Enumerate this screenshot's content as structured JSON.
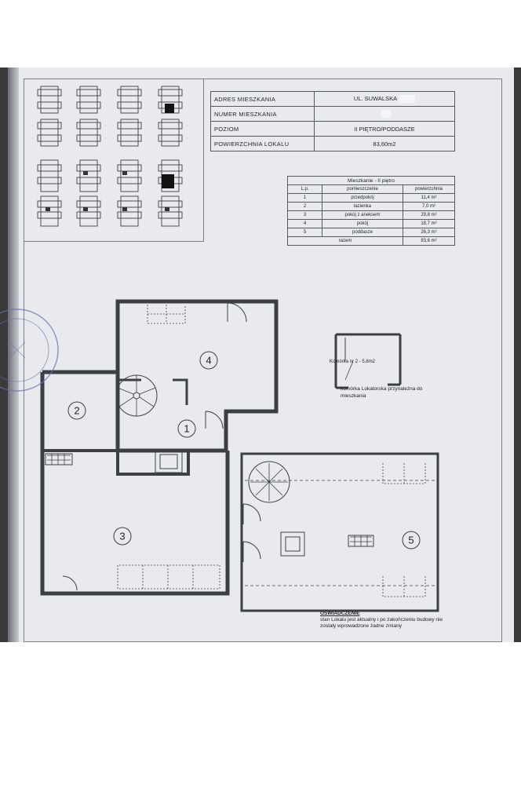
{
  "address_table": {
    "rows": [
      {
        "label": "ADRES MIESZKANIA",
        "value": "UL. SUWALSKA"
      },
      {
        "label": "NUMER MIESZKANIA",
        "value": ""
      },
      {
        "label": "POZIOM",
        "value": "II PIĘTRO/PODDASZE"
      },
      {
        "label": "POWIERZCHNIA LOKALU",
        "value": "83,60m2"
      }
    ]
  },
  "rooms_table": {
    "caption": "Mieszkanie        - II piętro",
    "headers": [
      "L.p.",
      "pomieszczenie",
      "powierzchnia"
    ],
    "rows": [
      {
        "lp": "1",
        "name": "przedpokój",
        "area": "11,4 m²"
      },
      {
        "lp": "2",
        "name": "łazienka",
        "area": "7,0 m²"
      },
      {
        "lp": "3",
        "name": "pokój z aneksem",
        "area": "29,8 m²"
      },
      {
        "lp": "4",
        "name": "pokój",
        "area": "18,7 m²"
      },
      {
        "lp": "5",
        "name": "poddasze",
        "area": "26,3 m²"
      }
    ],
    "total_label": "razem",
    "total_value": "83,6 m²"
  },
  "plan_labels": {
    "room1": "1",
    "room2": "2",
    "room3": "3",
    "room4": "4",
    "room5": "5"
  },
  "storage": {
    "label": "Komórka nr 2 - 5,8m2",
    "caption": "komórka Lokatorska przynależna do mieszkania"
  },
  "declaration": {
    "title": "OŚWIADCZENIE",
    "text": "stan Lokalu jest aktualny i po zakończeniu budowy nie zostały wprowadzone żadne zmiany"
  }
}
